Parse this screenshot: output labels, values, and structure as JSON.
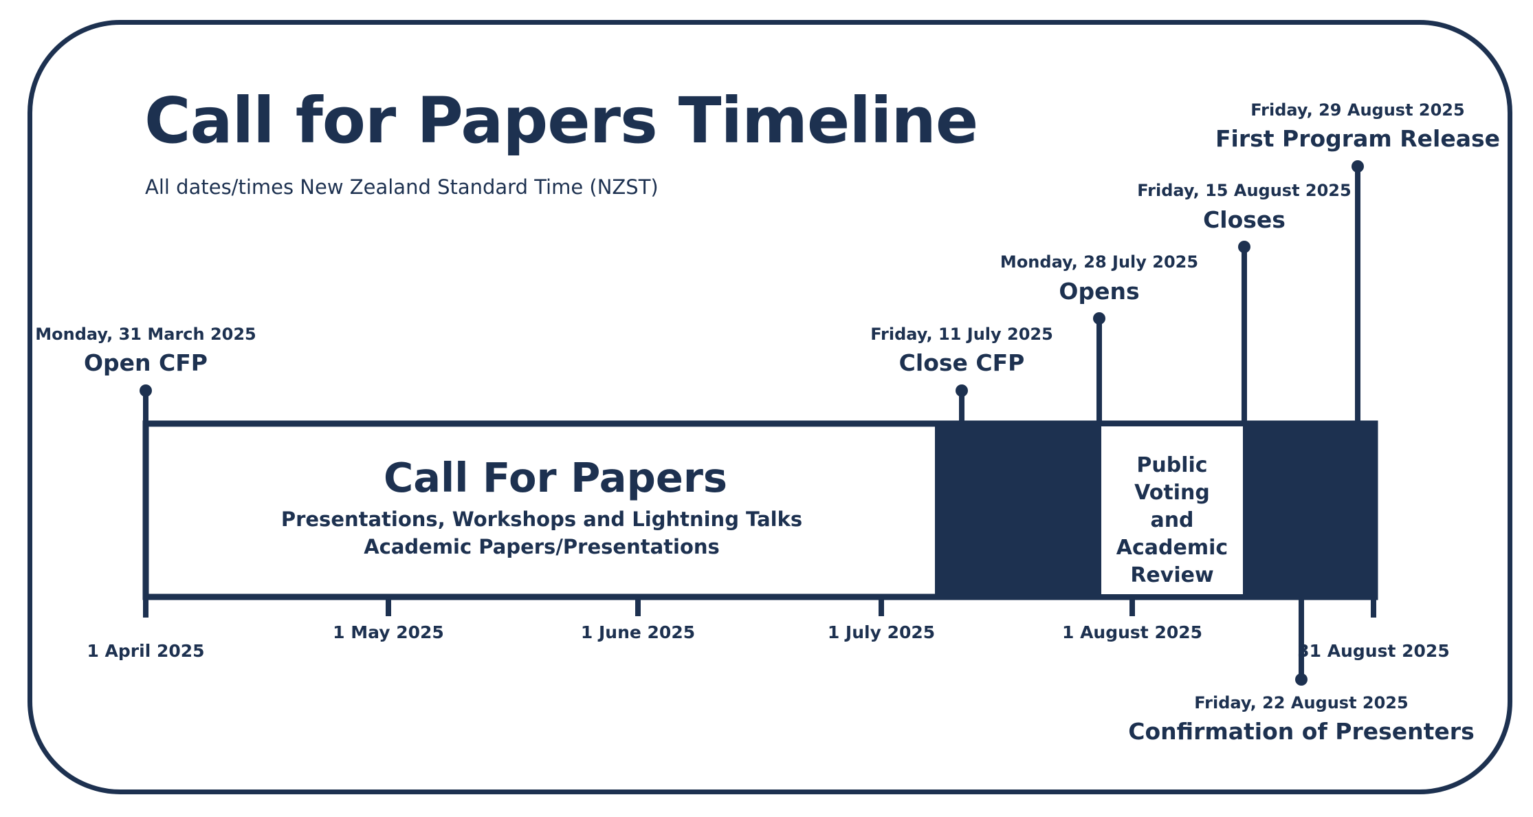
{
  "title": "Call for Papers Timeline",
  "subtitle": "All dates/times New Zealand Standard Time (NZST)",
  "colors": {
    "primary": "#1d3150",
    "background": "#ffffff"
  },
  "phases": {
    "cfp": {
      "title": "Call For Papers",
      "line1": "Presentations, Workshops and Lightning Talks",
      "line2": "Academic Papers/Presentations"
    },
    "review": {
      "line1": "Public Voting",
      "line2": "and",
      "line3": "Academic",
      "line4": "Review"
    }
  },
  "axis": {
    "labels": [
      "1 April 2025",
      "1 May 2025",
      "1 June 2025",
      "1 July 2025",
      "1 August 2025",
      "31 August 2025"
    ]
  },
  "events": [
    {
      "date": "Monday, 31 March 2025",
      "name": "Open CFP"
    },
    {
      "date": "Friday, 11 July 2025",
      "name": "Close CFP"
    },
    {
      "date": "Monday, 28 July 2025",
      "name": "Opens"
    },
    {
      "date": "Friday, 15 August 2025",
      "name": "Closes"
    },
    {
      "date": "Friday, 22 August 2025",
      "name": "Confirmation of Presenters"
    },
    {
      "date": "Friday, 29 August 2025",
      "name": "First Program Release"
    }
  ]
}
